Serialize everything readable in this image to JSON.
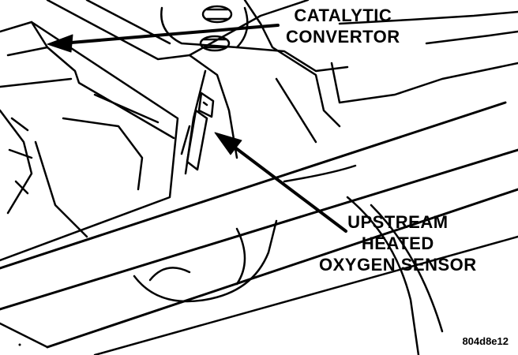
{
  "labels": {
    "catalytic": [
      "CATALYTIC",
      "CONVERTOR"
    ],
    "oxygen_sensor": [
      "UPSTREAM",
      "HEATED",
      "OXYGEN SENSOR"
    ]
  },
  "figure_id": "804d8e12"
}
